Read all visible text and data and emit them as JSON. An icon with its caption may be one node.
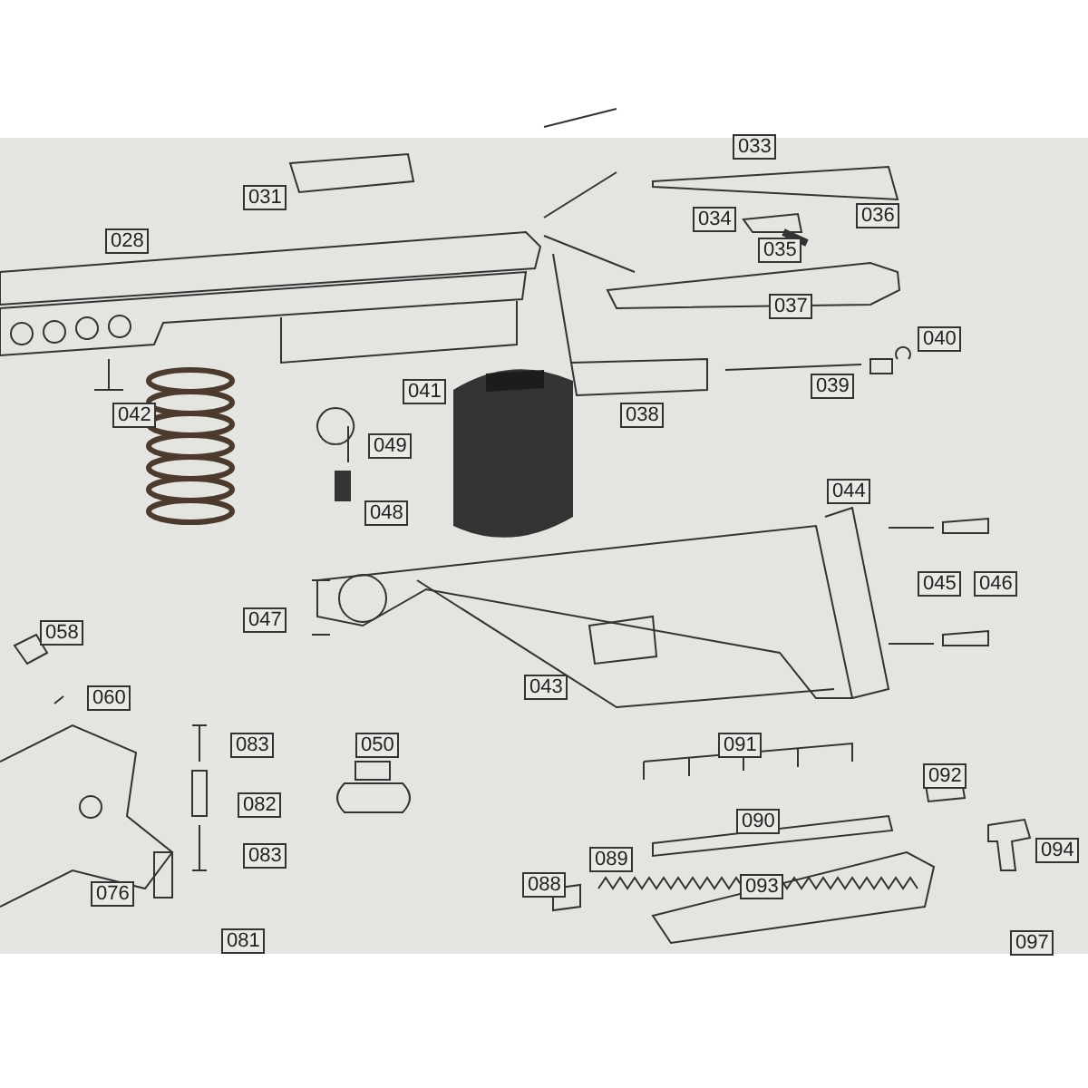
{
  "diagram": {
    "labels": [
      "033",
      "031",
      "028",
      "034",
      "036",
      "035",
      "037",
      "040",
      "039",
      "041",
      "038",
      "042",
      "049",
      "044",
      "048",
      "047",
      "045",
      "046",
      "058",
      "060",
      "043",
      "083",
      "050",
      "082",
      "092",
      "091",
      "090",
      "083",
      "094",
      "089",
      "088",
      "076",
      "093",
      "081",
      "097"
    ]
  }
}
